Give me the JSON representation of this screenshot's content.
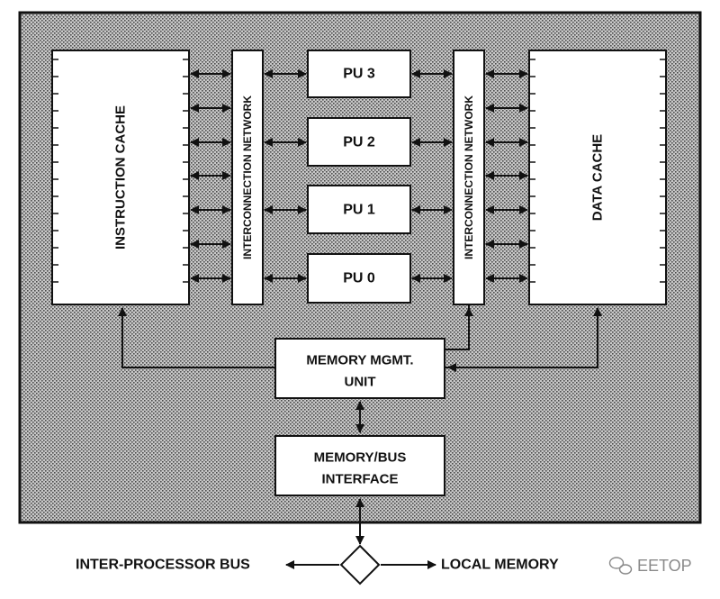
{
  "diagram": {
    "instruction_cache": "INSTRUCTION CACHE",
    "interconnect_left": "INTERCONNECTION NETWORK",
    "interconnect_right": "INTERCONNECTION NETWORK",
    "data_cache": "DATA CACHE",
    "pu3": "PU 3",
    "pu2": "PU 2",
    "pu1": "PU 1",
    "pu0": "PU 0",
    "mmu_line1": "MEMORY MGMT.",
    "mmu_line2": "UNIT",
    "bus_line1": "MEMORY/BUS",
    "bus_line2": "INTERFACE",
    "inter_processor_bus": "INTER-PROCESSOR BUS",
    "local_memory": "LOCAL MEMORY"
  },
  "watermark": {
    "text": "EETOP",
    "icon": "wechat-icon"
  },
  "colors": {
    "line": "#111111",
    "box_fill": "#ffffff",
    "hatch_bg": "#c8c8c8",
    "hatch_dot": "#4a4a4a",
    "watermark": "#8a8a8a"
  }
}
